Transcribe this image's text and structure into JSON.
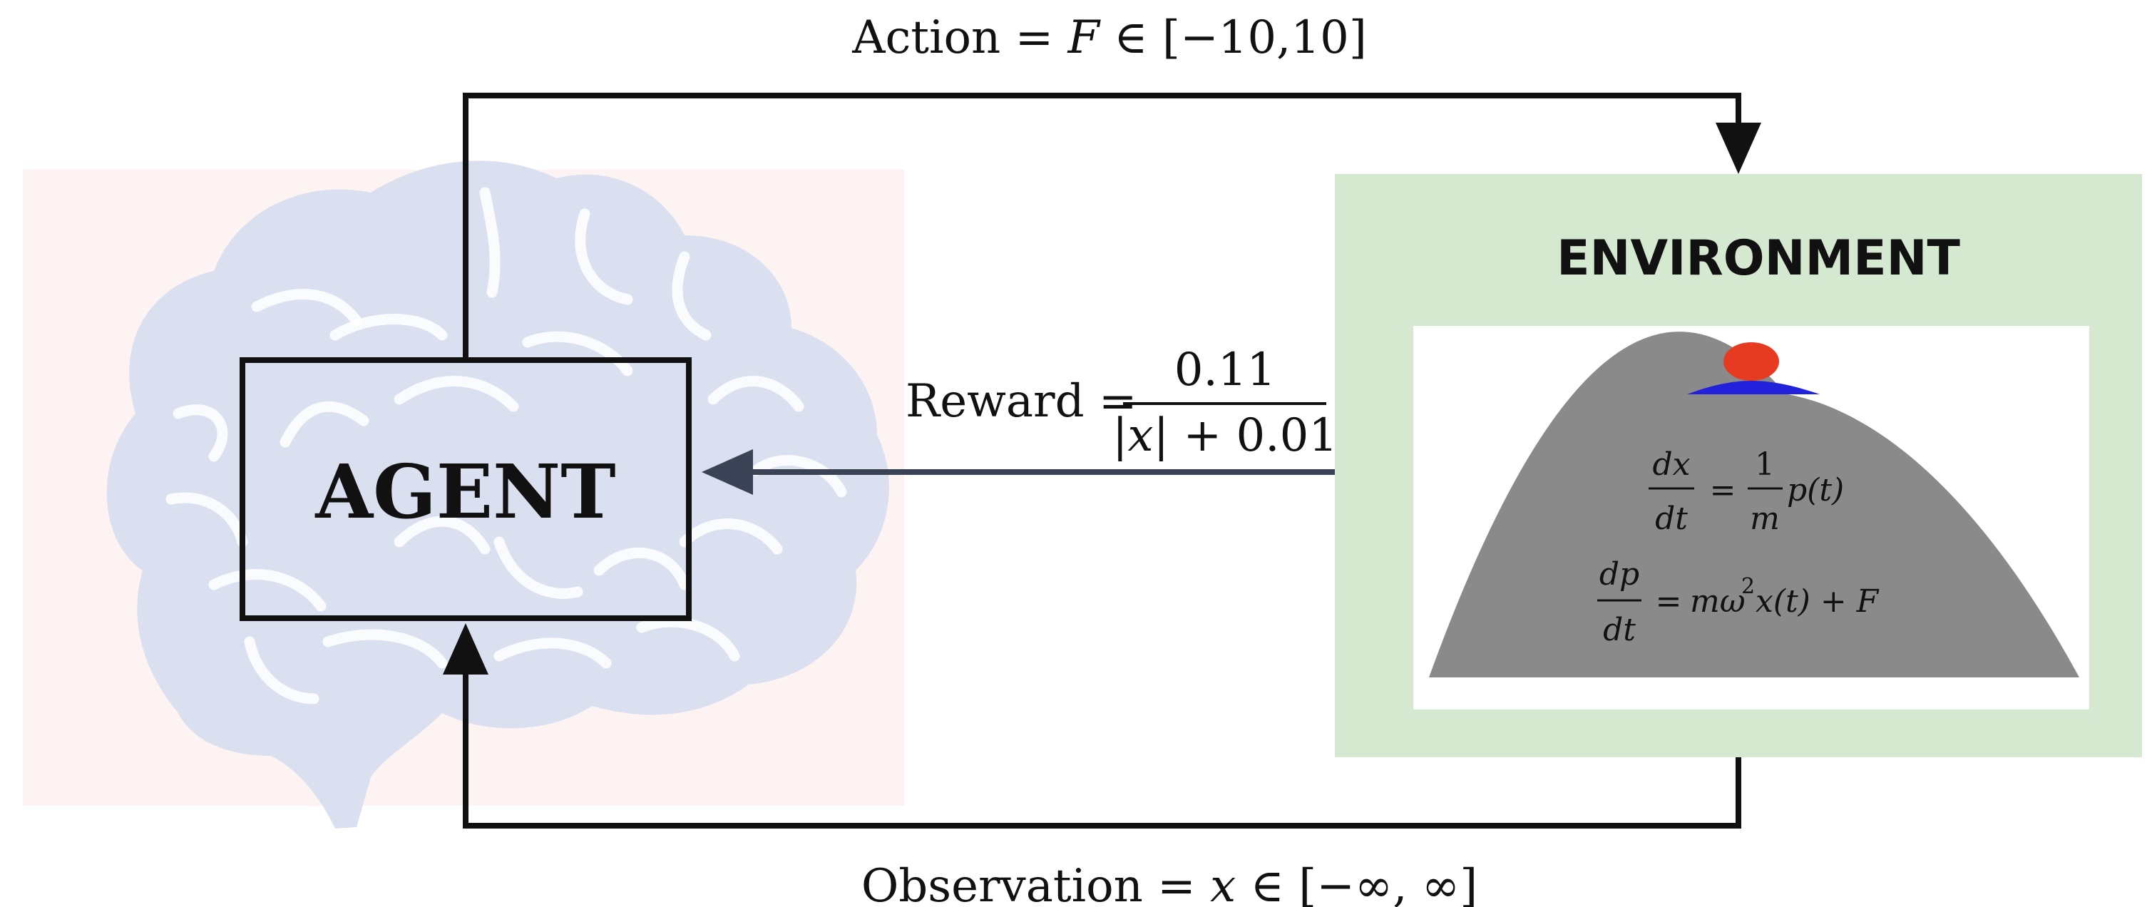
{
  "action": {
    "lhs": "Action = ",
    "var": "F",
    "rel": " ∈ [−10,10]"
  },
  "reward": {
    "lhs": "Reward =",
    "numerator": "0.11",
    "den_a": "|",
    "den_var": "x",
    "den_b": "| + 0.01"
  },
  "observation": {
    "lhs": "Observation = ",
    "var": "x",
    "rel": " ∈ [−∞, ∞]"
  },
  "agent": {
    "label": "AGENT"
  },
  "environment": {
    "title": "ENVIRONMENT",
    "eq1": {
      "num_l": "dx",
      "den_l": "dt",
      "eq": "=",
      "num_r": "1",
      "den_r": "m",
      "tail": "p(t)"
    },
    "eq2": {
      "num_l": "dp",
      "den_l": "dt",
      "eq": "=",
      "tail_a": "mω",
      "sup": "2",
      "tail_b": "x(t) + F"
    }
  },
  "colors": {
    "agent_bg": "#fdf3f3",
    "brain": "#dbe0f1",
    "environment_bg": "#d5e8d0",
    "hill": "#8a8a8a",
    "hill_cap": "#2222dd",
    "ball": "#e63b20",
    "line": "#111111",
    "reward_arrow": "#3a4256"
  },
  "icons": {
    "brain": "brain-icon",
    "ball": "ball-icon",
    "hill": "hill-icon"
  }
}
